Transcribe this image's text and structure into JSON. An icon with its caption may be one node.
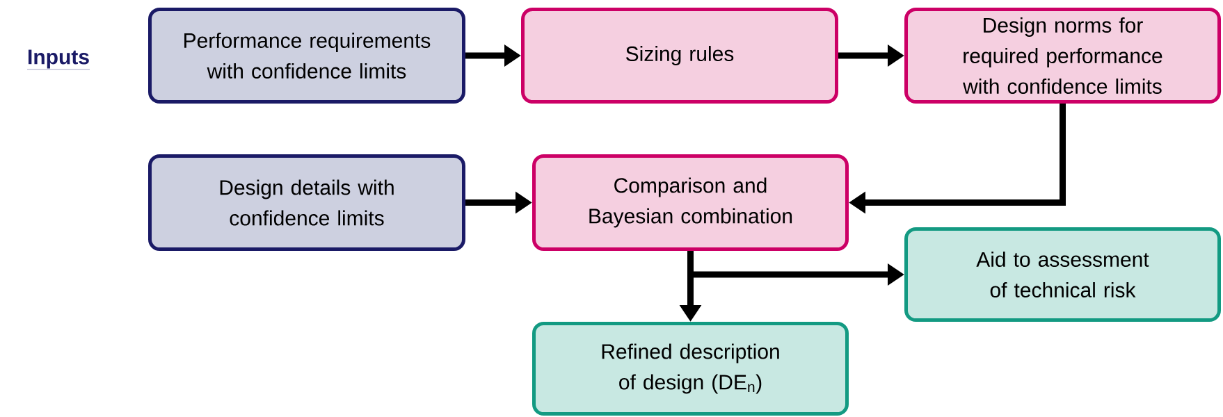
{
  "diagram": {
    "nodes": [
      {
        "text": [
          "Performance requirements with confidence limits"
        ]
      },
      {
        "text": [
          "Sizing rules"
        ]
      },
      {
        "text": [
          "Design norms for required performance with confidence limits"
        ]
      },
      {
        "text": [
          "Design details with confidence limits"
        ]
      },
      {
        "text": [
          "Comparison and Bayesian combination"
        ]
      },
      {
        "text": [
          "Aid to assessment of technical risk"
        ]
      },
      {
        "text": [
          "Refined description of design (DE$_{n}$)"
        ]
      }
    ],
    "edges": [
      {
        "from": 0,
        "to": 1,
        "arrow": "to"
      },
      {
        "from": 1,
        "to": 2,
        "arrow": "to"
      },
      {
        "from": 2,
        "to": 4,
        "arrow": "to"
      },
      {
        "from": 3,
        "to": 4,
        "arrow": "to"
      },
      {
        "from": 4,
        "to": 5,
        "arrow": "to"
      },
      {
        "from": 4,
        "to": 6,
        "arrow": "to"
      }
    ],
    "labels": [
      "Inputs"
    ]
  }
}
